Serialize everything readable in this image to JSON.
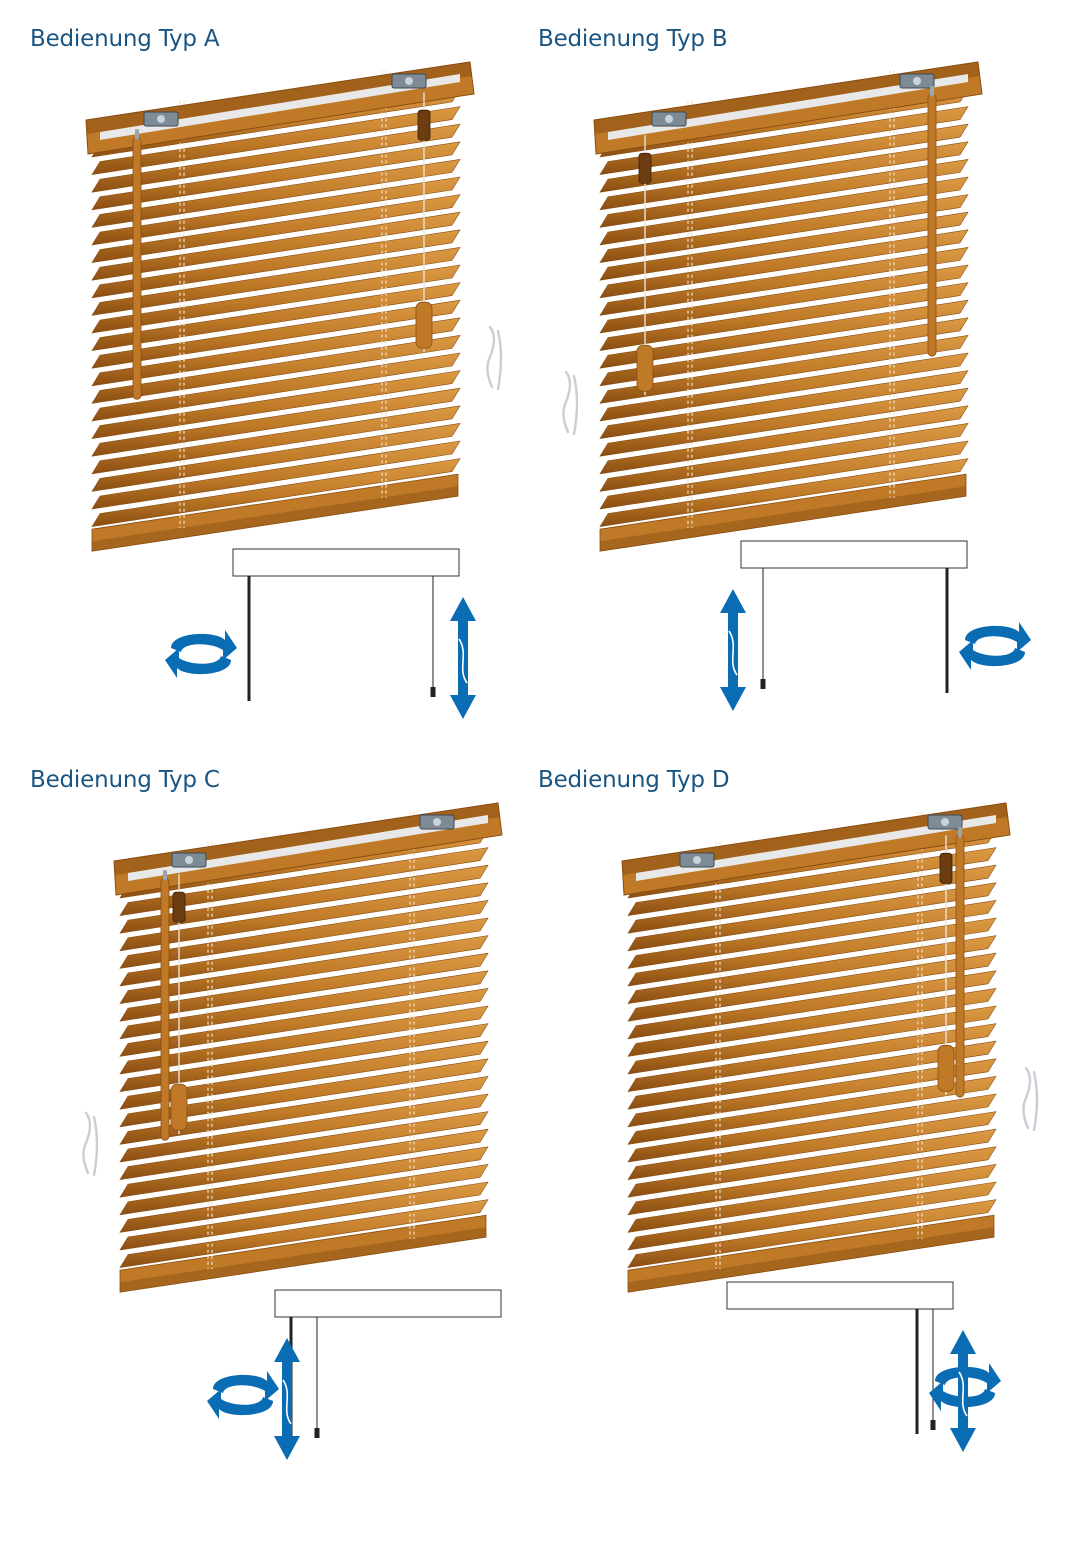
{
  "colors": {
    "title": "#1a5582",
    "arrow": "#0a6cb2",
    "wood": "#c07a27",
    "wood_dark": "#8a4e12",
    "wood_light": "#dc9a45",
    "mechanism": "#7d8b96",
    "cord": "#222222"
  },
  "panels": [
    {
      "id": "A",
      "title": "Bedienung Typ A",
      "tilt_side": "left",
      "lift_side": "right",
      "cleat_side": "right"
    },
    {
      "id": "B",
      "title": "Bedienung Typ B",
      "tilt_side": "right",
      "lift_side": "left",
      "cleat_side": "left"
    },
    {
      "id": "C",
      "title": "Bedienung Typ C",
      "tilt_side": "left",
      "lift_side": "left",
      "cleat_side": "left"
    },
    {
      "id": "D",
      "title": "Bedienung Typ D",
      "tilt_side": "right",
      "lift_side": "right",
      "cleat_side": "right"
    }
  ]
}
